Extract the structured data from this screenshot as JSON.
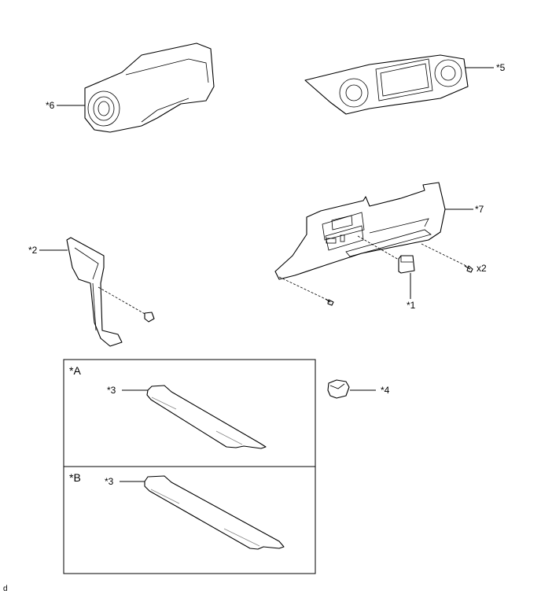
{
  "callouts": {
    "p1": "*1",
    "p2": "*2",
    "p3a": "*3",
    "p3b": "*3",
    "p4": "*4",
    "p5": "*5",
    "p6": "*6",
    "p7": "*7",
    "qty": "x2"
  },
  "variants": {
    "a": "*A",
    "b": "*B"
  },
  "footer_code": "d"
}
